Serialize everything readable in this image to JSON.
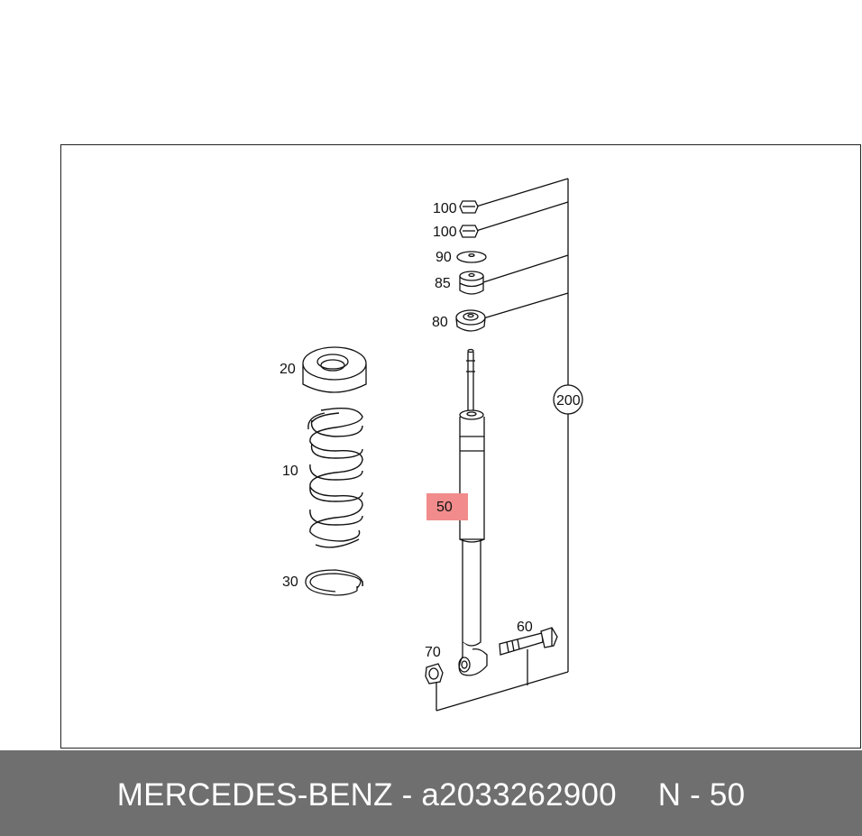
{
  "diagram": {
    "callouts": {
      "nut_top": "100",
      "nut_second": "100",
      "washer": "90",
      "bushing_upper": "85",
      "mount": "80",
      "spring_pad": "20",
      "coil_spring": "10",
      "spring_clip": "30",
      "shock_absorber": "50",
      "bolt": "60",
      "lower_nut": "70",
      "kit": "200"
    },
    "highlight_color": "#f28b8b"
  },
  "footer": {
    "brand": "MERCEDES-BENZ",
    "separator": " - ",
    "part_number": "a2033262900",
    "position_label": "N - 50"
  }
}
